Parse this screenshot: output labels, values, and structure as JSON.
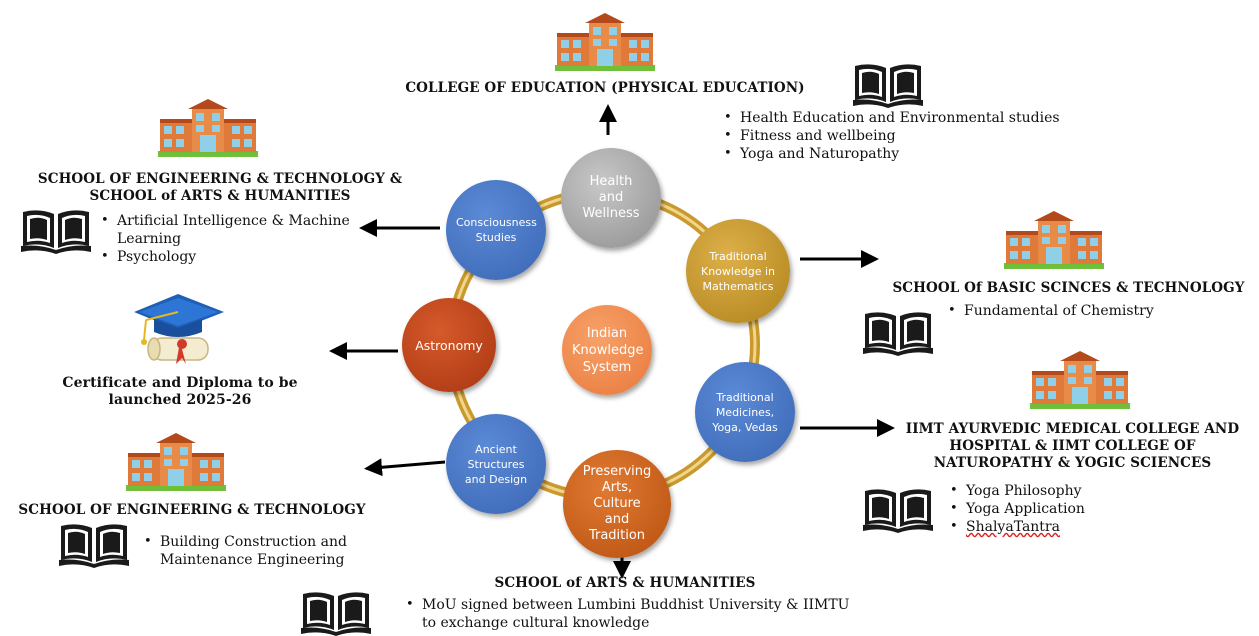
{
  "center": {
    "label": "Indian Knowledge System"
  },
  "nodes": {
    "health": {
      "label": "Health and Wellness",
      "color": "#a6a6a6"
    },
    "math": {
      "label": "Traditional Knowledge in Mathematics",
      "color": "#c2901f"
    },
    "medicine": {
      "label": "Traditional Medicines, Yoga, Vedas",
      "color": "#4472c4"
    },
    "arts": {
      "label": "Preserving Arts, Culture and Tradition",
      "color": "#c55a11"
    },
    "ancient": {
      "label": "Ancient Structures and Design",
      "color": "#4472c4"
    },
    "astronomy": {
      "label": "Astronomy",
      "color": "#c0441a"
    },
    "consciousness": {
      "label": "Consciousness Studies",
      "color": "#4472c4"
    }
  },
  "blocks": {
    "physical_education": {
      "title": "COLLEGE OF EDUCATION (PHYSICAL EDUCATION)",
      "items": [
        "Health Education and Environmental studies",
        "Fitness and wellbeing",
        "Yoga and Naturopathy"
      ]
    },
    "eng_arts": {
      "title_line1": "SCHOOL OF ENGINEERING & TECHNOLOGY &",
      "title_line2": "SCHOOL of ARTS & HUMANITIES",
      "items": [
        "Artificial Intelligence & Machine Learning",
        "Psychology"
      ]
    },
    "certificate": {
      "title_line1": "Certificate and Diploma to be",
      "title_line2": "launched 2025-26"
    },
    "engineering": {
      "title": "SCHOOL OF ENGINEERING & TECHNOLOGY",
      "items": [
        "Building Construction and Maintenance Engineering"
      ]
    },
    "arts_humanities": {
      "title": "SCHOOL of ARTS & HUMANITIES",
      "items": [
        "MoU signed between Lumbini Buddhist University & IIMTU to exchange cultural knowledge"
      ]
    },
    "basic_sciences": {
      "title": "SCHOOL Of BASIC SCINCES & TECHNOLOGY",
      "items": [
        "Fundamental of Chemistry"
      ]
    },
    "ayurvedic": {
      "title_line1": "IIMT AYURVEDIC MEDICAL COLLEGE AND",
      "title_line2": "HOSPITAL & IIMT COLLEGE OF",
      "title_line3": "NATUROPATHY & YOGIC SCIENCES",
      "items": [
        "Yoga Philosophy",
        "Yoga Application",
        "ShalyaTantra"
      ]
    }
  }
}
